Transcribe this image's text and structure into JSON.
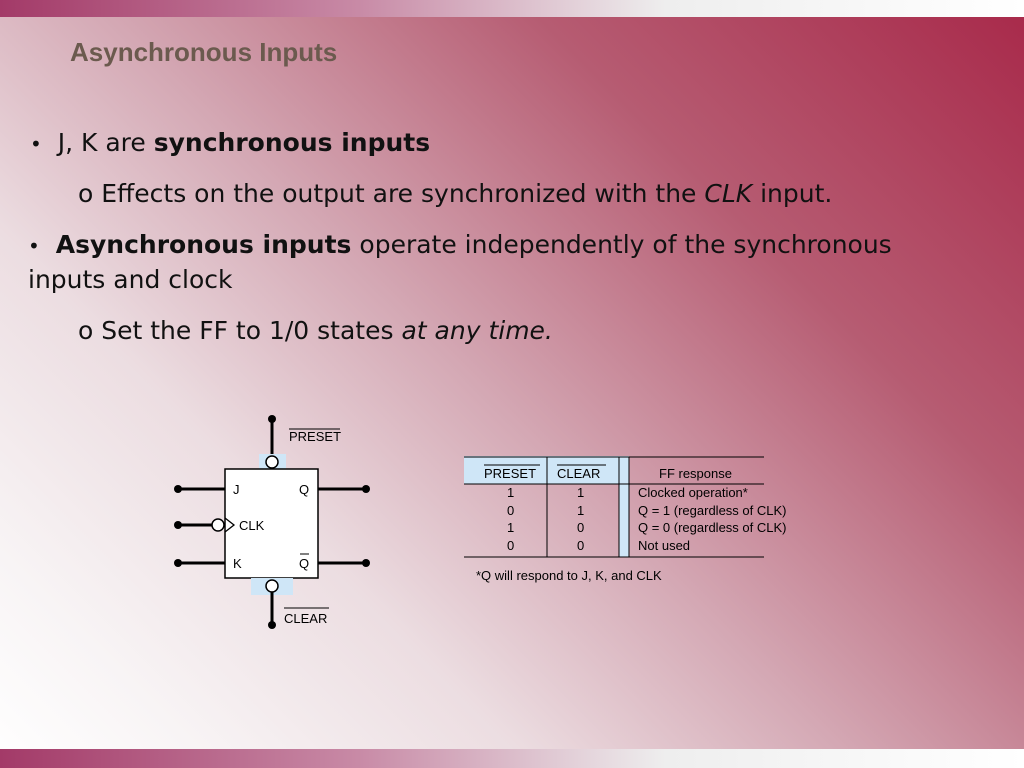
{
  "slide": {
    "title": "Asynchronous Inputs",
    "bullets": [
      {
        "bullet": "•",
        "pre": "J, K are",
        "bold": "synchronous inputs",
        "sub": {
          "marker": "o",
          "pre": "Effects on the output are synchronized with the",
          "italic": "CLK",
          "post": "input."
        }
      },
      {
        "bullet": "•",
        "bold": "Asynchronous inputs",
        "post": "operate independently of the synchronous",
        "line2": "inputs  and clock",
        "sub": {
          "marker": "o",
          "pre": "Set the FF to 1/0 states",
          "italic": "at any time."
        }
      }
    ]
  },
  "ff_symbol": {
    "preset": "PRESET",
    "clear": "CLEAR",
    "j": "J",
    "k": "K",
    "clk": "CLK",
    "q": "Q",
    "q_bar": "Q"
  },
  "truth_table": {
    "headers": [
      "PRESET",
      "CLEAR",
      "FF response"
    ],
    "rows": [
      [
        "1",
        "1",
        "Clocked operation*"
      ],
      [
        "0",
        "1",
        "Q = 1 (regardless of CLK)"
      ],
      [
        "1",
        "0",
        "Q = 0 (regardless of CLK)"
      ],
      [
        "0",
        "0",
        "Not used"
      ]
    ],
    "footnote": "*Q will respond to J, K, and CLK"
  },
  "colors": {
    "title": "#6b5a4e",
    "accent": "#a8294a",
    "pin_bubble_fill": "#cfe6f7"
  }
}
